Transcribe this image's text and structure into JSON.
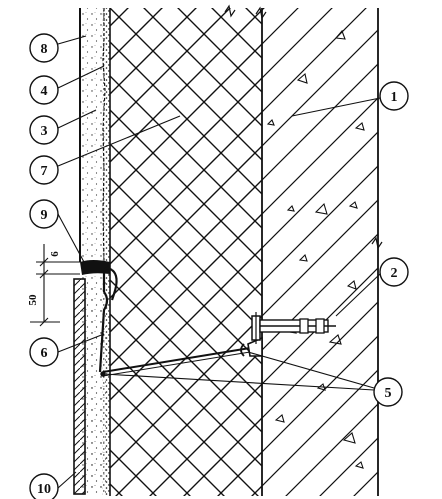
{
  "callouts": {
    "c1": "1",
    "c2": "2",
    "c3": "3",
    "c4": "4",
    "c5": "5",
    "c6": "6",
    "c7": "7",
    "c8": "8",
    "c9": "9",
    "c10": "10"
  },
  "dimensions": {
    "gap": "6",
    "overlap": "50"
  }
}
